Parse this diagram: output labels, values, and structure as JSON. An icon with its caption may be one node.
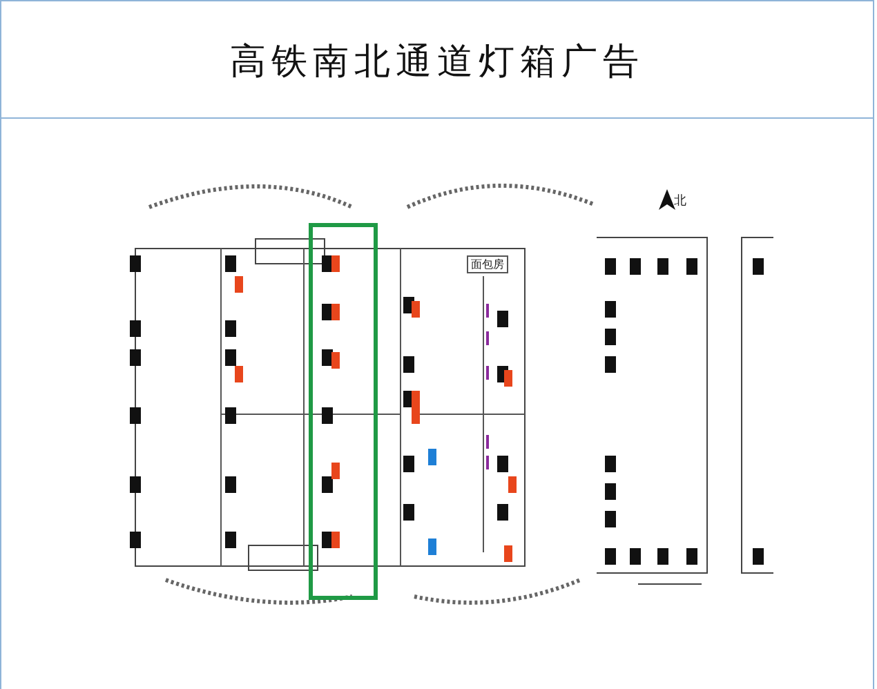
{
  "diagram": {
    "title": "高铁南北通道灯箱广告",
    "labels": [
      "北",
      "面包房"
    ]
  }
}
